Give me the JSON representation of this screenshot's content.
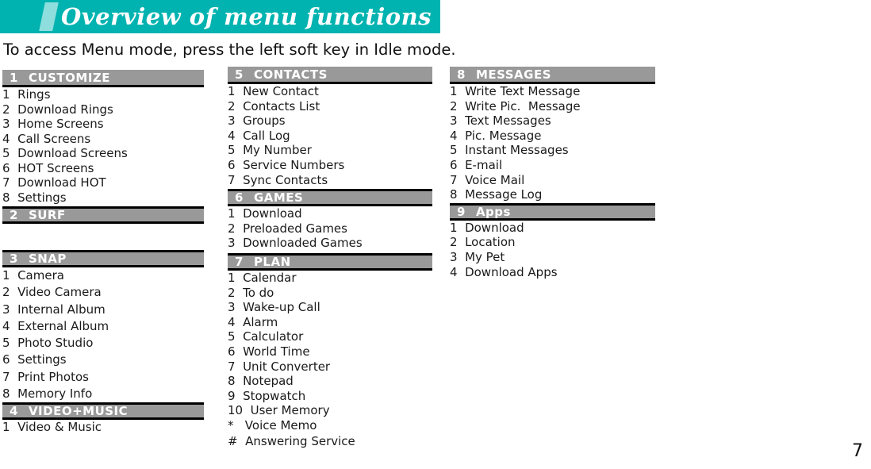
{
  "banner": {
    "title": "Overview of menu functions"
  },
  "intro": "To access Menu mode, press the left soft key in Idle mode.",
  "page_number": "7",
  "colors": {
    "banner_bg": "#00b3b0",
    "banner_accent": "#8fdede",
    "section_header_bg": "#999999",
    "rule": "#000000",
    "text": "#1a1a1a"
  },
  "columns": [
    {
      "sections": [
        {
          "number": "1",
          "title": "CUSTOMIZE",
          "items": [
            "1  Rings",
            "2  Download Rings",
            "3  Home Screens",
            "4  Call Screens",
            "5  Download Screens",
            "6  HOT Screens",
            "7  Download HOT",
            "8  Settings"
          ]
        },
        {
          "number": "2",
          "title": "SURF",
          "items": []
        },
        {
          "number": "3",
          "title": "SNAP",
          "items": [
            "1  Camera",
            "2  Video Camera",
            "3  Internal Album",
            "4  External Album",
            "5  Photo Studio",
            "6  Settings",
            "7  Print Photos",
            "8  Memory Info"
          ]
        },
        {
          "number": "4",
          "title": "VIDEO+MUSIC",
          "items": [
            "1  Video & Music"
          ]
        }
      ]
    },
    {
      "sections": [
        {
          "number": "5",
          "title": "CONTACTS",
          "items": [
            "1  New Contact",
            "2  Contacts List",
            "3  Groups",
            "4  Call Log",
            "5  My Number",
            "6  Service Numbers",
            "7  Sync Contacts"
          ]
        },
        {
          "number": "6",
          "title": "GAMES",
          "items": [
            "1  Download",
            "2  Preloaded Games",
            "3  Downloaded Games"
          ]
        },
        {
          "number": "7",
          "title": "PLAN",
          "items": [
            "1  Calendar",
            "2  To do",
            "3  Wake-up Call",
            "4  Alarm",
            "5  Calculator",
            "6  World Time",
            "7  Unit Converter",
            "8  Notepad",
            "9  Stopwatch",
            "10  User Memory",
            "*   Voice Memo",
            "#  Answering Service"
          ]
        }
      ]
    },
    {
      "sections": [
        {
          "number": "8",
          "title": "MESSAGES",
          "items": [
            "1  Write Text Message",
            "2  Write Pic.  Message",
            "3  Text Messages",
            "4  Pic. Message",
            "5  Instant Messages",
            "6  E-mail",
            "7  Voice Mail",
            "8  Message Log"
          ]
        },
        {
          "number": "9",
          "title": "Apps",
          "items": [
            "1  Download",
            "2  Location",
            "3  My Pet",
            "4  Download Apps"
          ]
        }
      ]
    }
  ]
}
